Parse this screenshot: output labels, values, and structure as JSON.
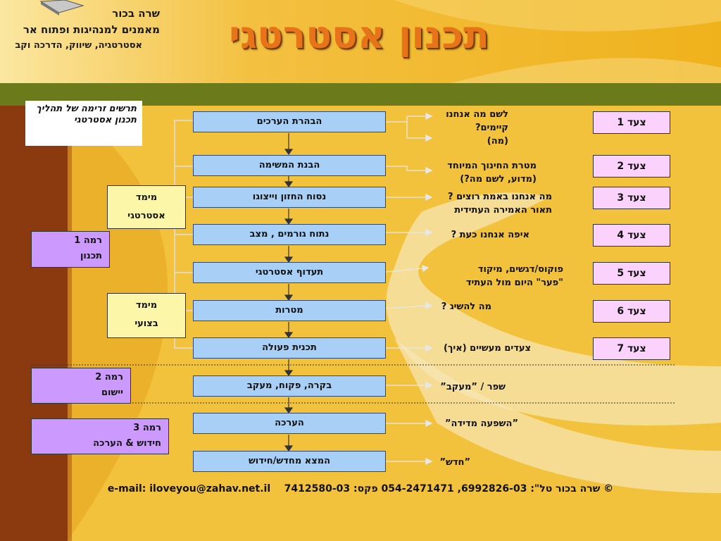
{
  "header": {
    "author": "שרה בכור",
    "subtitle": "מאמנים למנהיגות ופתוח אר",
    "tagline": "אסטרטגיה, שיווק, הדרכה וקב"
  },
  "title": "תכנון אסטרטגי",
  "note": "תרשים זרימה של תהליך תכנון אסטרטגי",
  "flow": [
    {
      "label": "הבהרת הערכים"
    },
    {
      "label": "הבנת המשימה"
    },
    {
      "label": "נסוח החזון וייצוגו"
    },
    {
      "label": "נתוח גורמים , מצב"
    },
    {
      "label": "תעדוף אסטרטגי"
    },
    {
      "label": "מטרות"
    },
    {
      "label": "תכנית פעולה"
    },
    {
      "label": "בקרה, פקוח, מעקב"
    },
    {
      "label": "הערכה"
    },
    {
      "label": "המצא מחדש/חידוש"
    }
  ],
  "descriptions": [
    {
      "lines": [
        "לשם מה אנחנו",
        "קיימים?",
        "(מה)"
      ]
    },
    {
      "lines": [
        "מטרת החינוך המיוחד",
        "(מדוע, לשם מה?)"
      ]
    },
    {
      "lines": [
        "מה אנחנו באמת רוצים ?",
        "תאור האמירה העתידית"
      ]
    },
    {
      "lines": [
        "איפה אנחנו כעת ?"
      ]
    },
    {
      "lines": [
        "פוקוס/דגשים, מיקוד",
        "\"פער\" היום מול העתיד"
      ]
    },
    {
      "lines": [
        "מה להשיג ?"
      ]
    },
    {
      "lines": [
        "צעדים מעשיים (איך)"
      ]
    },
    {
      "lines": [
        "שפר / ”מעקב”"
      ]
    },
    {
      "lines": [
        "”השפעה מדידה”"
      ]
    },
    {
      "lines": [
        "”חדש”"
      ]
    }
  ],
  "steps": [
    "צעד 1",
    "צעד 2",
    "צעד 3",
    "צעד 4",
    "צעד 5",
    "צעד 6",
    "צעד 7"
  ],
  "dimensions": [
    {
      "lines": [
        "מימד",
        "אסטרטגי"
      ]
    },
    {
      "lines": [
        "מימד",
        "בצועי"
      ]
    }
  ],
  "levels": [
    {
      "lines": [
        "רמה 1",
        "תכנון"
      ]
    },
    {
      "lines": [
        "רמה 2",
        "יישום"
      ]
    },
    {
      "lines": [
        "רמה 3",
        "חידוש & הערכה"
      ]
    }
  ],
  "footer": {
    "contact": "© שרה בכור טל\": 6992826-03,   054-2471471   פקס: 7412580-03",
    "email": "e-mail: iloveyou@zahav.net.il"
  },
  "colors": {
    "background": "#f4c64a",
    "left_bar": "#8b3a10",
    "band": "#6b7a1a",
    "title": "#e8741a",
    "node": "#a8cff5",
    "step": "#fbd2fb",
    "dimension": "#fcf7a8",
    "level": "#cc99ff"
  }
}
